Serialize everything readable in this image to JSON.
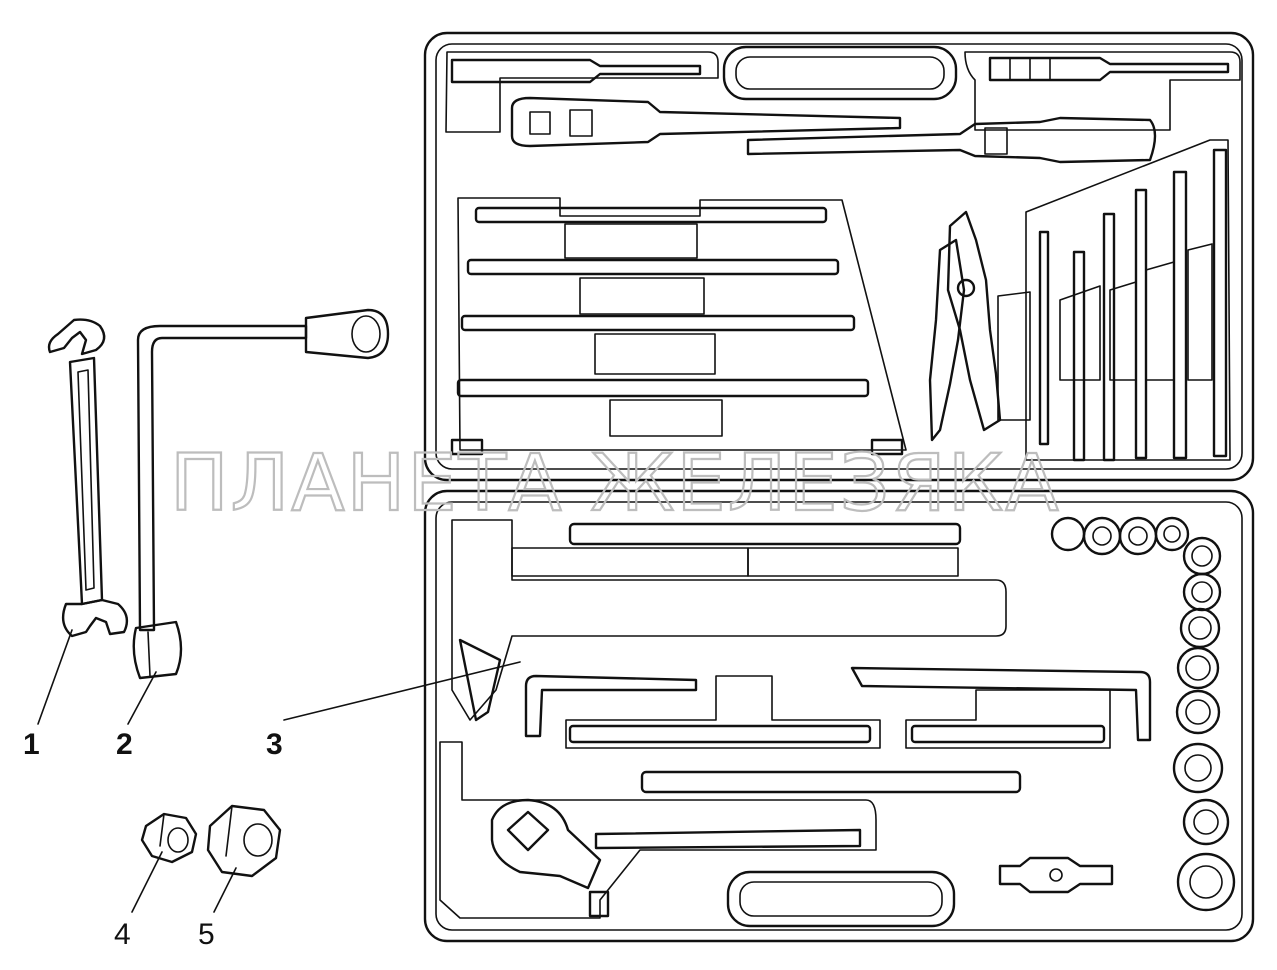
{
  "watermark": "ПЛАНЕТА ЖЕЛЕЗЯКА",
  "callouts": [
    {
      "id": "1",
      "label": "1",
      "part": "open-end-wrench"
    },
    {
      "id": "2",
      "label": "2",
      "part": "l-socket-wrench"
    },
    {
      "id": "3",
      "label": "3",
      "part": "tool-case"
    },
    {
      "id": "4",
      "label": "4",
      "part": "small-nut"
    },
    {
      "id": "5",
      "label": "5",
      "part": "large-nut"
    }
  ],
  "colors": {
    "line": "#111111",
    "background": "#ffffff",
    "watermark": "#bdbdbd"
  }
}
